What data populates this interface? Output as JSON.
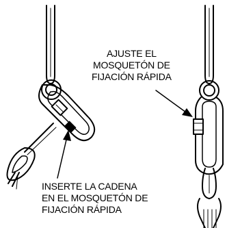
{
  "labels": {
    "adjust": [
      "AJUSTE EL",
      "MOSQUETÓN DE",
      "FIJACIÓN RÁPIDA"
    ],
    "insert": [
      "INSERTE LA CADENA",
      "EN EL MOSQUETÓN DE",
      "FIJACIÓN RÁPIDA"
    ]
  },
  "colors": {
    "line": "#000000",
    "fill": "#ffffff"
  }
}
